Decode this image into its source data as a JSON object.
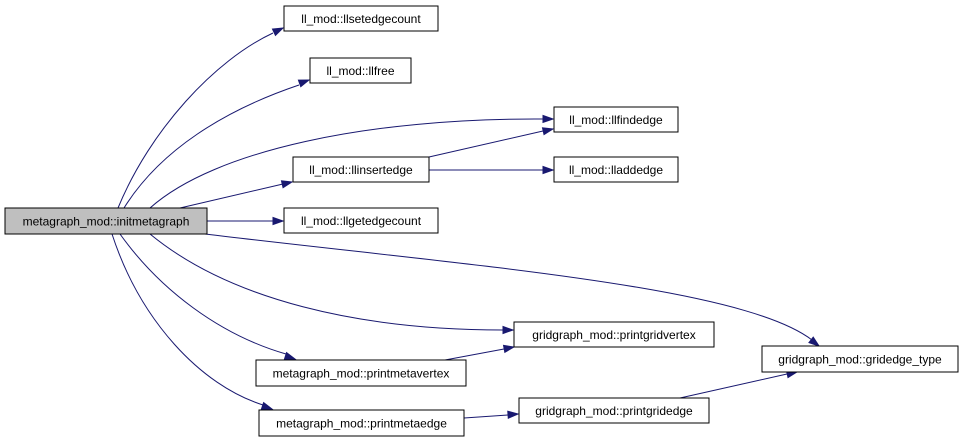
{
  "colors": {
    "edge": "#191970",
    "root_fill": "#bfbfbf",
    "node_fill": "#ffffff",
    "border": "#000000"
  },
  "nodes": [
    {
      "id": "root",
      "label": "metagraph_mod::initmetagraph"
    },
    {
      "id": "setedge",
      "label": "ll_mod::llsetedgecount"
    },
    {
      "id": "free",
      "label": "ll_mod::llfree"
    },
    {
      "id": "findedge",
      "label": "ll_mod::llfindedge"
    },
    {
      "id": "insertedge",
      "label": "ll_mod::llinsertedge"
    },
    {
      "id": "addedge",
      "label": "ll_mod::lladdedge"
    },
    {
      "id": "getedge",
      "label": "ll_mod::llgetedgecount"
    },
    {
      "id": "printgridvertex",
      "label": "gridgraph_mod::printgridvertex"
    },
    {
      "id": "gridedgetype",
      "label": "gridgraph_mod::gridedge_type"
    },
    {
      "id": "printmetavertex",
      "label": "metagraph_mod::printmetavertex"
    },
    {
      "id": "printgridedge",
      "label": "gridgraph_mod::printgridedge"
    },
    {
      "id": "printmetaedge",
      "label": "metagraph_mod::printmetaedge"
    }
  ],
  "edges": [
    {
      "from": "root",
      "to": "setedge"
    },
    {
      "from": "root",
      "to": "free"
    },
    {
      "from": "root",
      "to": "findedge"
    },
    {
      "from": "root",
      "to": "insertedge"
    },
    {
      "from": "root",
      "to": "getedge"
    },
    {
      "from": "root",
      "to": "gridedgetype"
    },
    {
      "from": "root",
      "to": "printgridvertex"
    },
    {
      "from": "root",
      "to": "printmetavertex"
    },
    {
      "from": "root",
      "to": "printmetaedge"
    },
    {
      "from": "insertedge",
      "to": "findedge"
    },
    {
      "from": "insertedge",
      "to": "addedge"
    },
    {
      "from": "printmetavertex",
      "to": "printgridvertex"
    },
    {
      "from": "printmetaedge",
      "to": "printgridedge"
    },
    {
      "from": "printgridedge",
      "to": "gridedgetype"
    }
  ]
}
